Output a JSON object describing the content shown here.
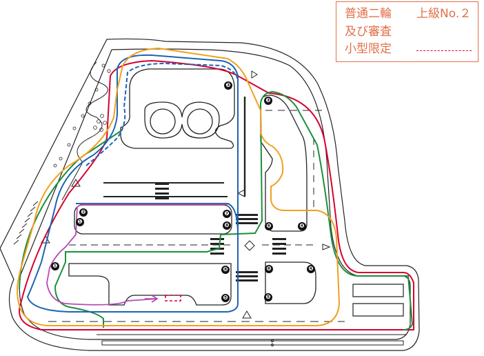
{
  "legend": {
    "line1": "普通二輪",
    "line1_right": "上級No.２",
    "line2": "及び審査",
    "line3": "小型限定",
    "accent_color": "#e2704a",
    "limited_line_color": "#d7002e"
  },
  "routes": [
    {
      "color": "#d7002e"
    },
    {
      "color": "#1a8f3c"
    },
    {
      "color": "#1a64b4"
    },
    {
      "color": "#f0a01e"
    },
    {
      "color": "#b44ab4"
    }
  ],
  "markers": [
    "❸",
    "❸",
    "❷",
    "❶",
    "❼",
    "❽",
    "❻",
    "❹",
    "❶",
    "❻",
    "❹",
    "❽",
    "❺",
    "❺"
  ]
}
